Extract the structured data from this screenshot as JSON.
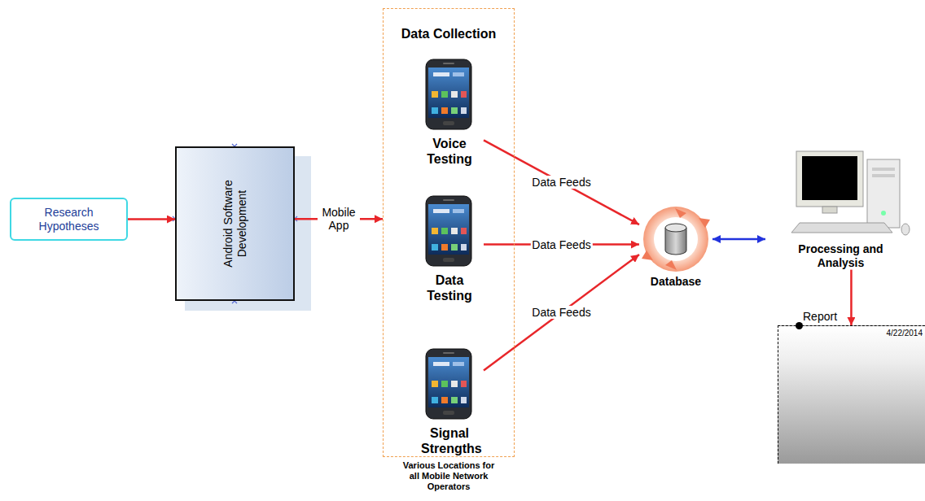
{
  "diagram": {
    "nodes": [
      {
        "text": [
          "Research Hypotheses"
        ]
      },
      {
        "text": [
          "Android Software Development"
        ]
      },
      {
        "text": [
          "Data Collection",
          "Various Locations for all Mobile Network Operators"
        ]
      },
      {
        "text": [
          "Voice Testing"
        ],
        "in": 2
      },
      {
        "text": [
          "Data Testing"
        ],
        "in": 2
      },
      {
        "text": [
          "Signal Strengths"
        ],
        "in": 2
      },
      {
        "text": [
          "Database"
        ]
      },
      {
        "text": [
          "Processing and Analysis"
        ]
      },
      {
        "text": [
          "Report",
          "4/22/2014"
        ]
      }
    ],
    "edges": [
      {
        "from": 0,
        "to": 1,
        "arrow": "to"
      },
      {
        "from": 1,
        "to": 2,
        "label": "Mobile App",
        "arrow": "to"
      },
      {
        "from": 3,
        "to": 6,
        "label": "Data Feeds",
        "arrow": "to"
      },
      {
        "from": 4,
        "to": 6,
        "label": "Data Feeds",
        "arrow": "to"
      },
      {
        "from": 5,
        "to": 6,
        "label": "Data Feeds",
        "arrow": "to"
      },
      {
        "from": 6,
        "to": 7,
        "arrow": "both"
      },
      {
        "from": 7,
        "to": 8,
        "arrow": "to"
      }
    ]
  }
}
